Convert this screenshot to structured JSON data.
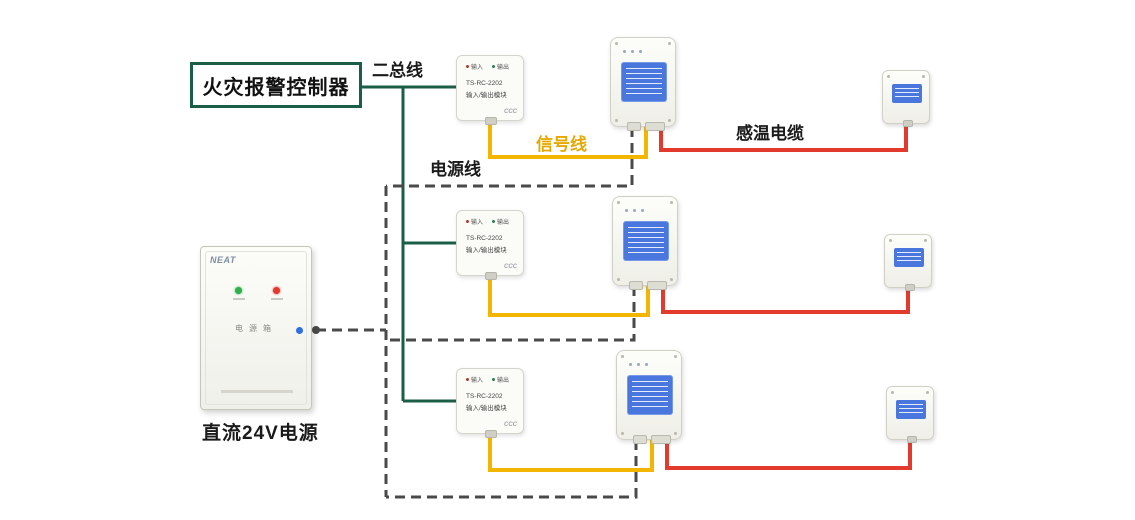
{
  "diagram": {
    "title_box": "火灾报警控制器",
    "labels": {
      "two_bus": "二总线",
      "power_line": "电源线",
      "signal_line": "信号线",
      "temp_cable": "感温电缆",
      "power_supply": "直流24V电源"
    },
    "module": {
      "input": "输入",
      "output": "输出",
      "model": "TS-RC-2202",
      "name": "输入/输出模块",
      "cert": "CCC"
    },
    "power_box": {
      "brand": "NEAT",
      "panel_label": "电源箱"
    },
    "colors": {
      "bus": "#1b5e46",
      "power": "#4a4a4a",
      "signal": "#f2b600",
      "temp": "#e23b2e",
      "label_blue": "#4a77dd"
    }
  }
}
